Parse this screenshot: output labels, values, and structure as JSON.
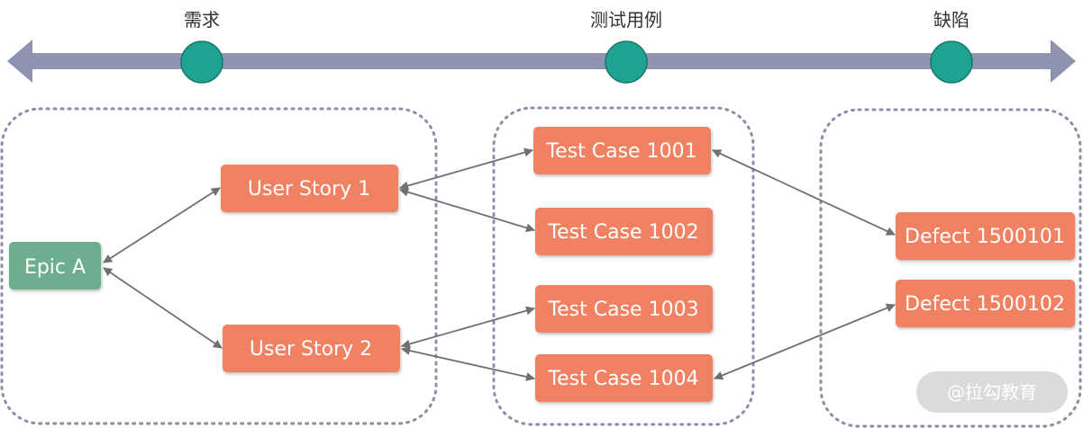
{
  "colors": {
    "timeline": "#8e93b2",
    "milestone": "#1fa390",
    "group_border": "#8a8fa8",
    "item_box": "#f08162",
    "epic_box": "#6dae8e",
    "connector": "#707070",
    "text_on_box": "#ffffff"
  },
  "stages": [
    {
      "id": "requirement",
      "label": "需求"
    },
    {
      "id": "test-case",
      "label": "测试用例"
    },
    {
      "id": "defect",
      "label": "缺陷"
    }
  ],
  "epic": {
    "label": "Epic A"
  },
  "user_stories": [
    {
      "label": "User Story 1"
    },
    {
      "label": "User Story 2"
    }
  ],
  "test_cases": [
    {
      "label": "Test Case 1001"
    },
    {
      "label": "Test Case 1002"
    },
    {
      "label": "Test Case 1003"
    },
    {
      "label": "Test Case 1004"
    }
  ],
  "defects": [
    {
      "label": "Defect 1500101"
    },
    {
      "label": "Defect 1500102"
    }
  ],
  "links": [
    {
      "from": "Epic A",
      "to": "User Story 1"
    },
    {
      "from": "Epic A",
      "to": "User Story 2"
    },
    {
      "from": "User Story 1",
      "to": "Test Case 1001"
    },
    {
      "from": "User Story 1",
      "to": "Test Case 1002"
    },
    {
      "from": "User Story 2",
      "to": "Test Case 1003"
    },
    {
      "from": "User Story 2",
      "to": "Test Case 1004"
    },
    {
      "from": "Test Case 1001",
      "to": "Defect 1500101"
    },
    {
      "from": "Test Case 1004",
      "to": "Defect 1500102"
    }
  ],
  "watermark": {
    "text": "@拉勾教育"
  }
}
